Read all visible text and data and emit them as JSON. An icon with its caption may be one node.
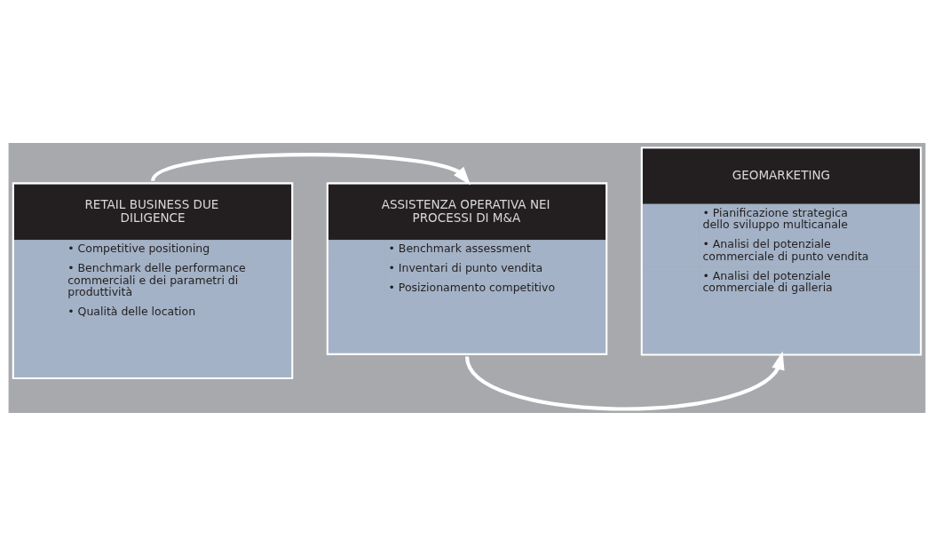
{
  "diagram": {
    "nodes": [
      {
        "text": [
          "RETAIL BUSINESS DUE DILIGENCE",
          "• Competitive positioning",
          "• Benchmark delle performance commerciali e dei parametri di produttività",
          "• Qualità delle location"
        ]
      },
      {
        "text": [
          "ASSISTENZA OPERATIVA NEI PROCESSI DI M&A",
          "• Benchmark assessment",
          "• Inventari di punto vendita",
          "• Posizionamento competitivo"
        ]
      },
      {
        "text": [
          "GEOMARKETING",
          "• Pianificazione strategica dello sviluppo multicanale",
          "• Analisi del potenziale commerciale di punto vendita",
          "• Analisi del potenziale commerciale di galleria"
        ]
      }
    ],
    "edges": [
      {
        "from": 0,
        "to": 1,
        "arrow": "to"
      },
      {
        "from": 1,
        "to": 2,
        "arrow": "to"
      }
    ]
  }
}
